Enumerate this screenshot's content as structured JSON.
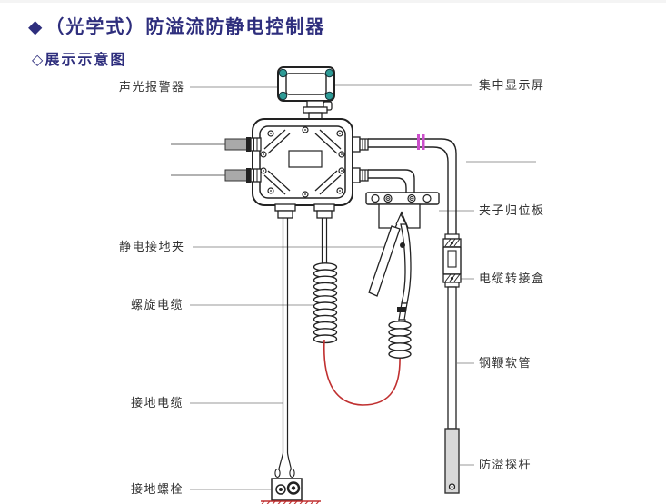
{
  "header": {
    "title_bullet": "◆",
    "title": "（光学式）防溢流防静电控制器",
    "subtitle_bullet": "◇",
    "subtitle": "展示示意图"
  },
  "diagram": {
    "left_labels": [
      {
        "text": "声光报警器"
      },
      {
        "text": "静电接地夹"
      },
      {
        "text": "螺旋电缆"
      },
      {
        "text": "接地电缆"
      },
      {
        "text": "接地螺栓"
      }
    ],
    "right_labels": [
      {
        "text": "集中显示屏"
      },
      {
        "text": "夹子归位板"
      },
      {
        "text": "电缆转接盒"
      },
      {
        "text": "钢鞭软管"
      },
      {
        "text": "防溢探杆"
      }
    ]
  },
  "colors": {
    "title": "#2e2e7d",
    "draw": "#222222",
    "leader": "#999999",
    "red": "#c03030",
    "magenta": "#cc4fcc",
    "teal": "#2e9b96",
    "cable": "#a9a9a9",
    "rod": "#d8d8d8"
  }
}
